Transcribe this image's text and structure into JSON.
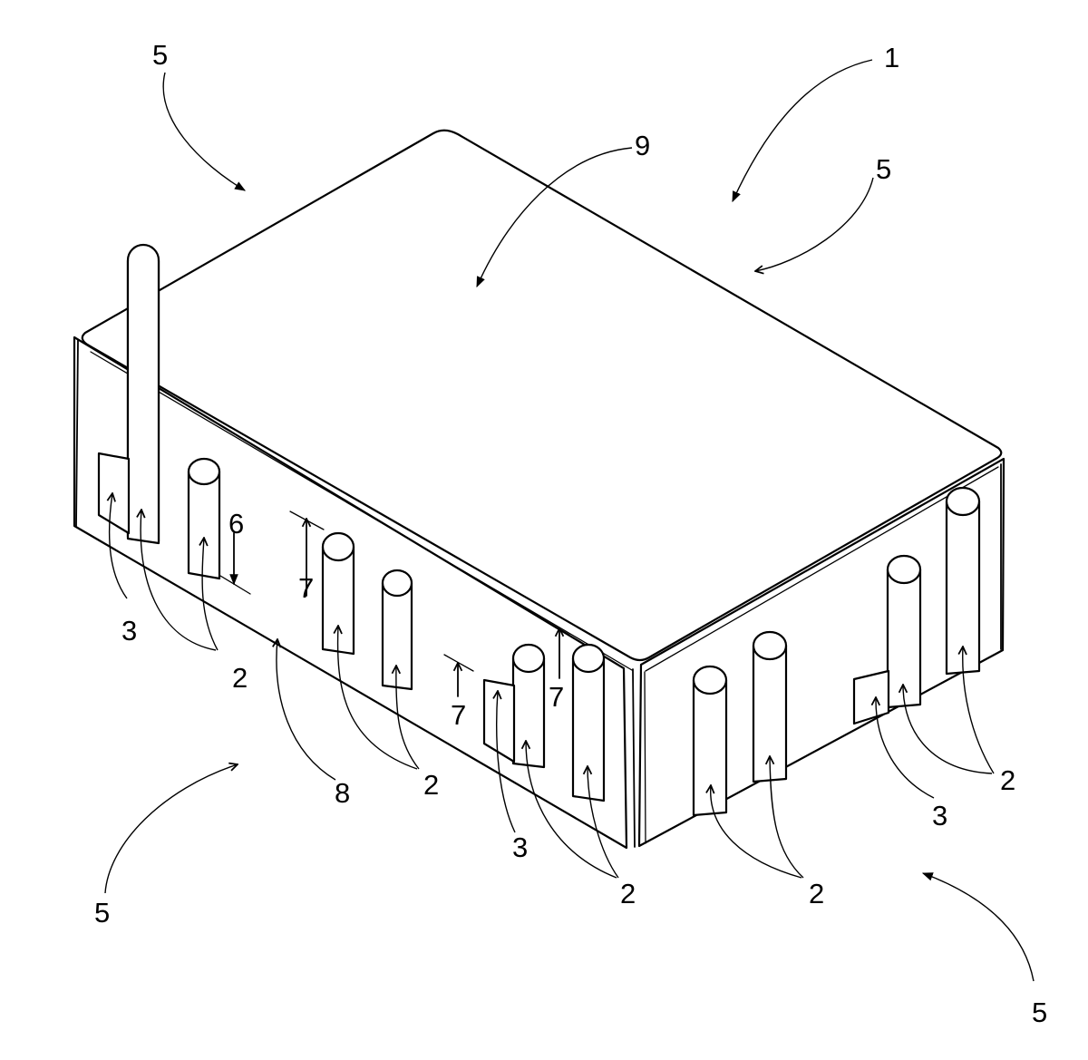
{
  "colors": {
    "ink": "#000000",
    "paper": "#ffffff"
  },
  "labels": {
    "ref_1": "1",
    "ref_2": "2",
    "ref_3": "3",
    "ref_5": "5",
    "ref_6": "6",
    "ref_7": "7",
    "ref_8": "8",
    "ref_9": "9"
  }
}
